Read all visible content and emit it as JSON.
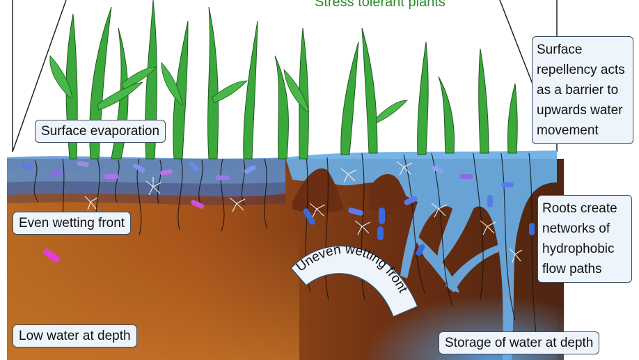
{
  "header": {
    "title": "Stress tolerant plants"
  },
  "labels": {
    "surface_evaporation": "Surface evaporation",
    "even_wetting_front": "Even wetting front",
    "low_water_at_depth": "Low water at depth",
    "uneven_wetting_front": "Uneven wetting front",
    "storage_of_water_at_depth": "Storage of water at depth",
    "surface_repellency": "Surface repellency acts as a barrier to upwards water movement",
    "roots_create_networks": "Roots create networks of hydrophobic flow paths"
  },
  "colors": {
    "soil_light": "#b5651d",
    "soil_dark": "#5a2a10",
    "water": "#5aa0dc",
    "plant": "#2e9a2e",
    "label_bg": "#eef4fb"
  }
}
